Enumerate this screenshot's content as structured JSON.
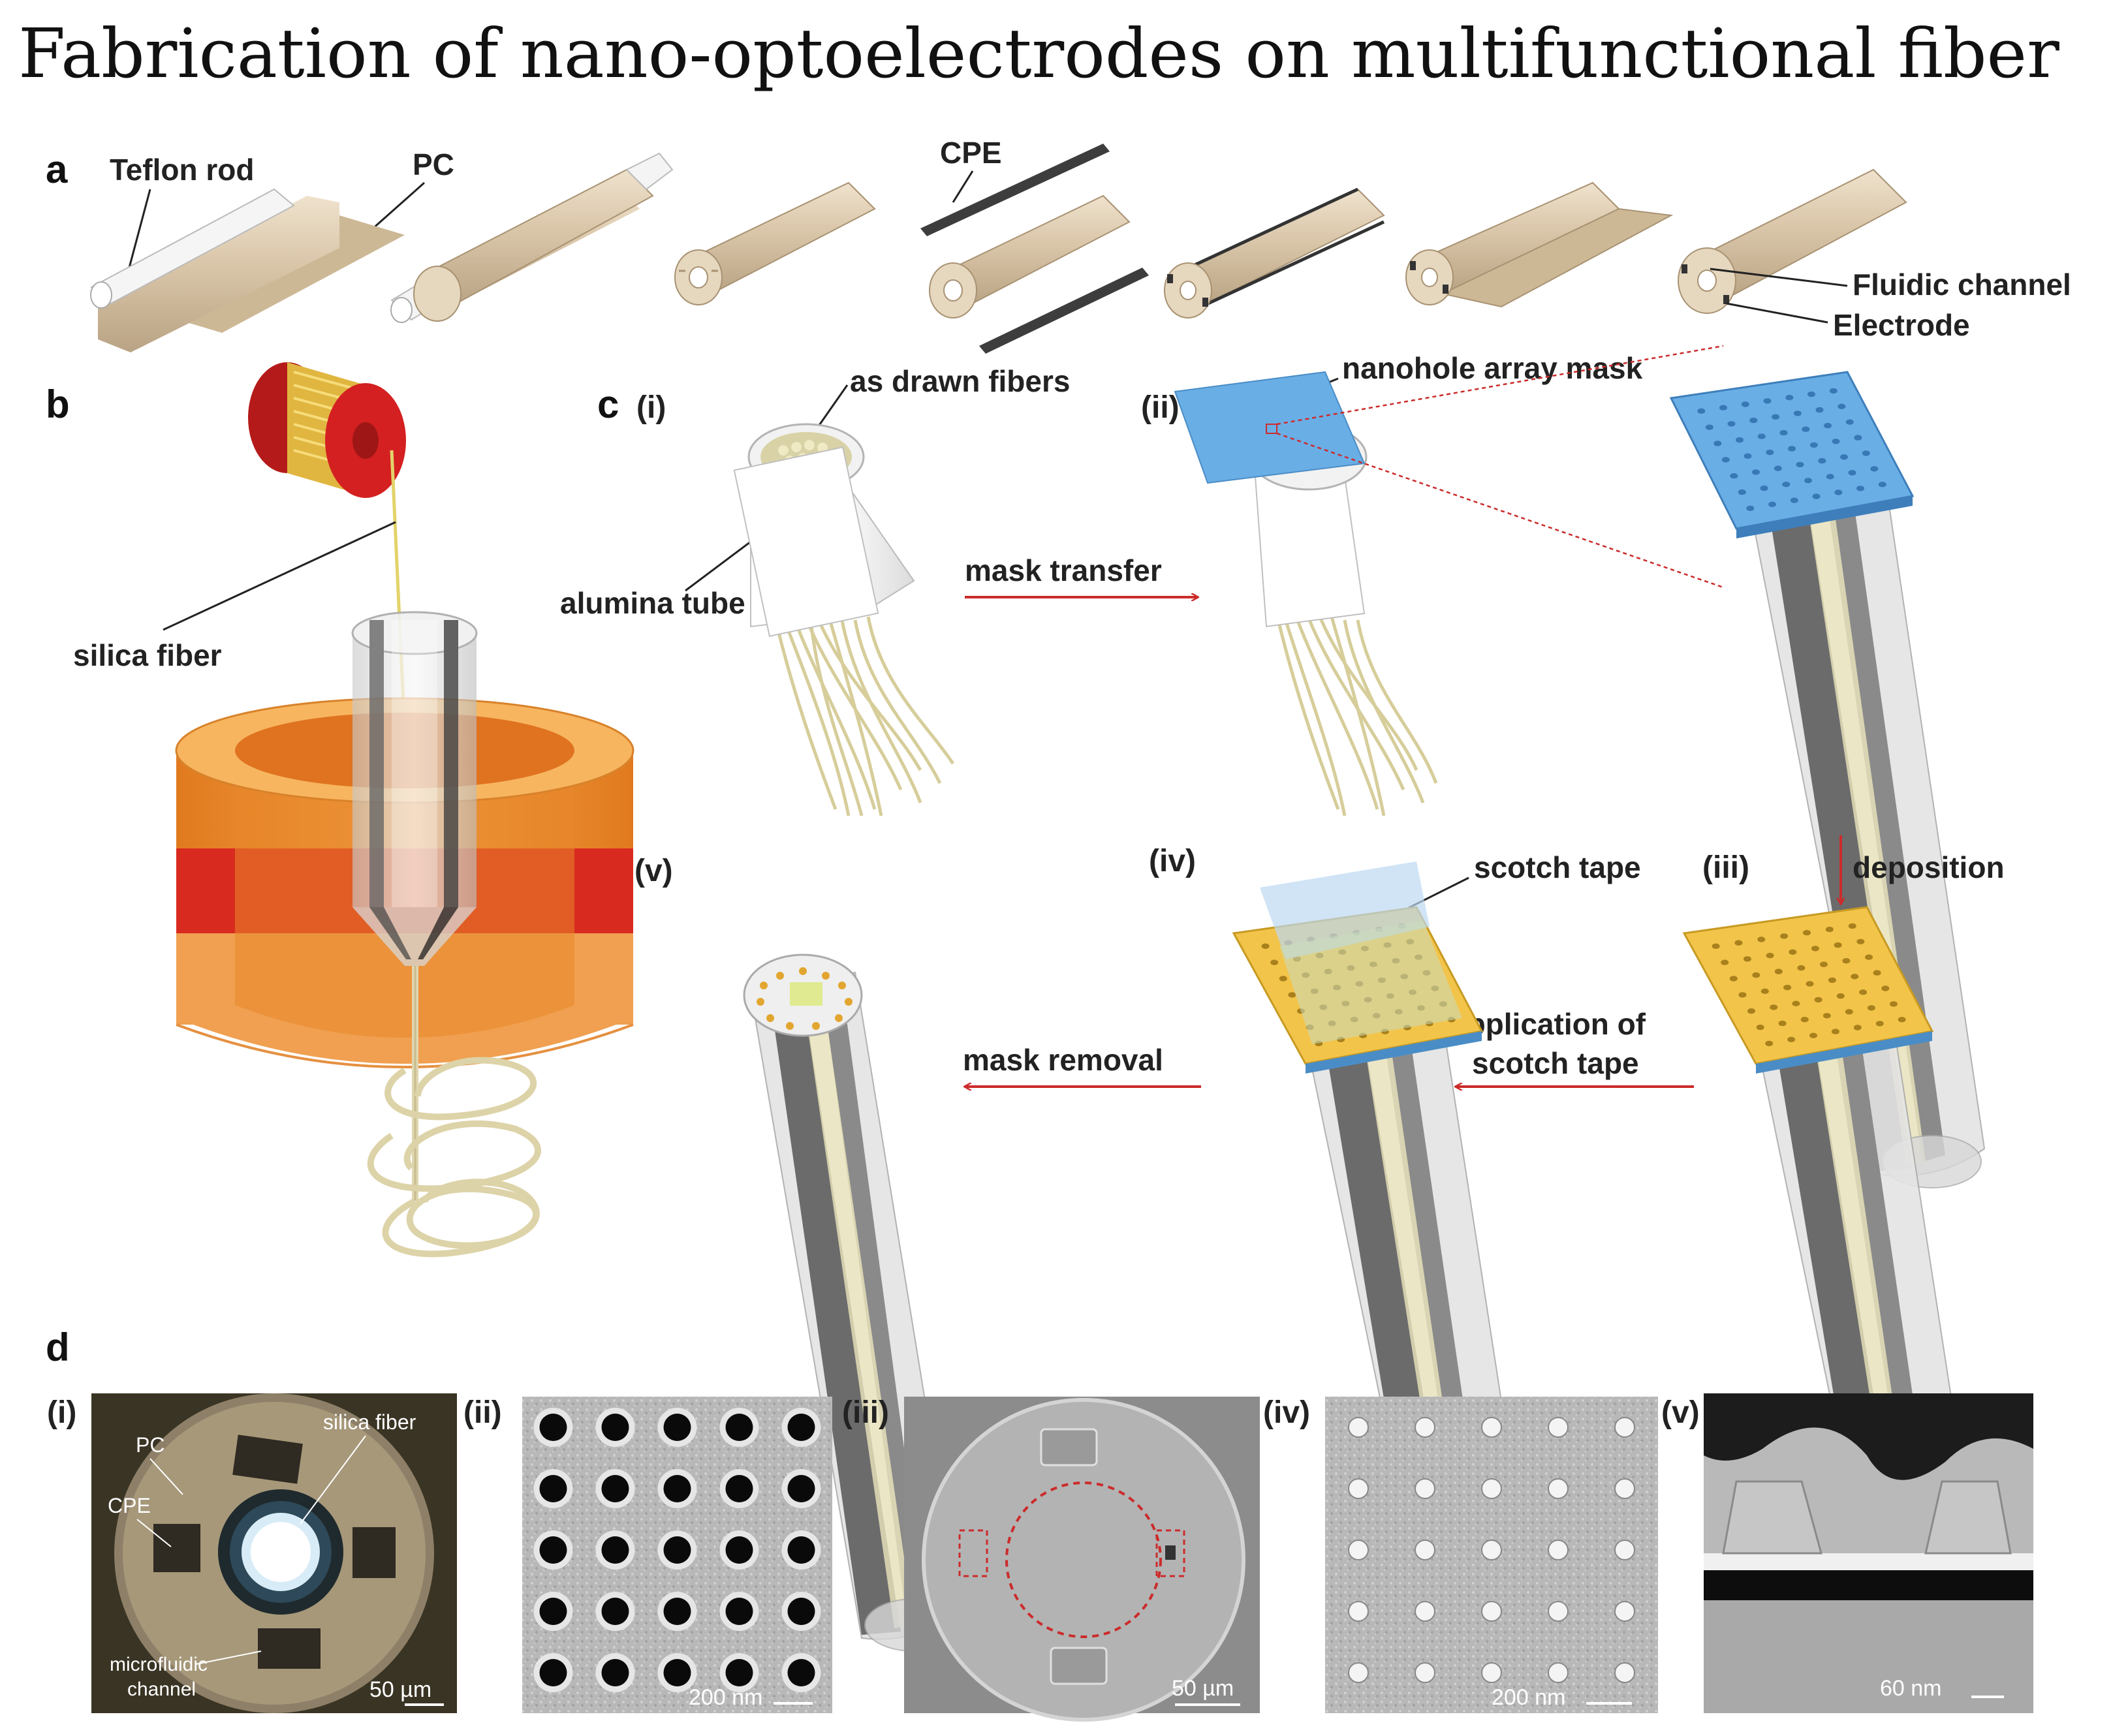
{
  "title": "Fabrication of nano-optoelectrodes on multifunctional fiber",
  "panel_a": {
    "letter": "a",
    "labels": {
      "teflon_rod": "Teflon rod",
      "pc": "PC",
      "cpe": "CPE",
      "fluidic_channel": "Fluidic channel",
      "electrode": "Electrode"
    }
  },
  "panel_b": {
    "letter": "b",
    "silica_fiber": "silica fiber"
  },
  "panel_c": {
    "letter": "c",
    "step_i": "(i)",
    "step_ii": "(ii)",
    "step_iii": "(iii)",
    "step_iv": "(iv)",
    "step_v": "(v)",
    "as_drawn_fibers": "as drawn fibers",
    "alumina_tube": "alumina tube",
    "nanohole_array_mask": "nanohole array mask",
    "mask_transfer": "mask transfer",
    "deposition": "deposition",
    "scotch_tape": "scotch tape",
    "application_line1": "application of",
    "application_line2": "scotch tape",
    "mask_removal": "mask removal"
  },
  "panel_d": {
    "letter": "d",
    "sub_i": "(i)",
    "sub_ii": "(ii)",
    "sub_iii": "(iii)",
    "sub_iv": "(iv)",
    "sub_v": "(v)",
    "pc": "PC",
    "silica_fiber": "silica fiber",
    "cpe": "CPE",
    "microfluidic_line1": "microfluidic",
    "microfluidic_line2": "channel",
    "scale_i": "50 µm",
    "scale_ii": "200 nm",
    "scale_iii": "50 µm",
    "scale_iv": "200 nm",
    "scale_v": "60 nm"
  },
  "colors": {
    "pc": "#d9c5a8",
    "cpe": "#444444",
    "mask_blue": "#6aaee6",
    "gold": "#f2c44a",
    "arrow_red": "#cc2b2b",
    "spool_red": "#d42020",
    "furnace_orange": "#e8872a"
  }
}
